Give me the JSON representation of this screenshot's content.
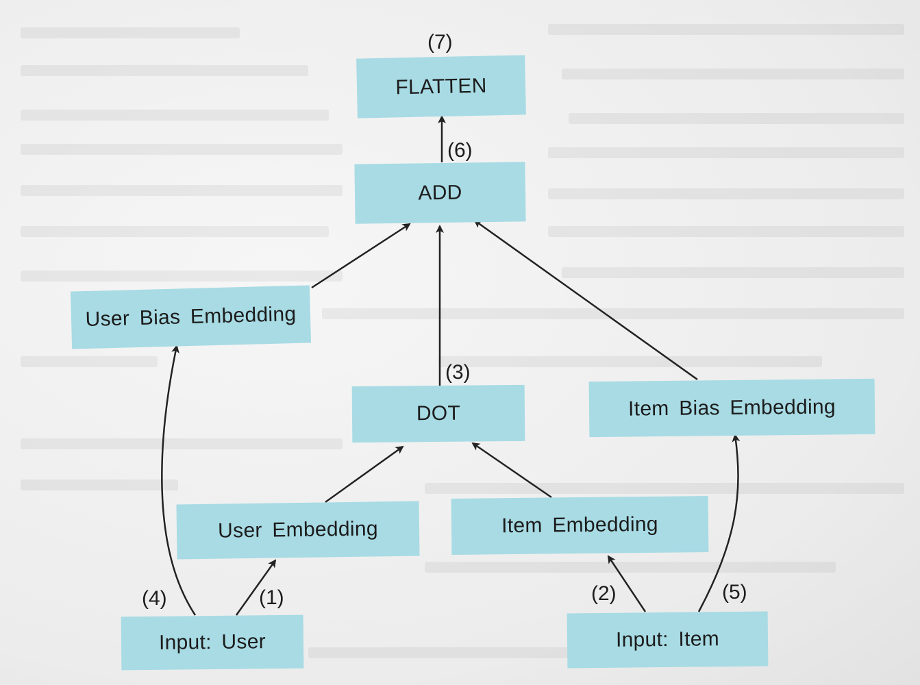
{
  "nodes": {
    "flatten": "FLATTEN",
    "add": "ADD",
    "user_bias": "User Bias Embedding",
    "dot": "DOT",
    "item_bias": "Item Bias Embedding",
    "user_emb": "User Embedding",
    "item_emb": "Item Embedding",
    "input_user": "Input: User",
    "input_item": "Input: Item"
  },
  "edge_labels": {
    "e1": "(1)",
    "e2": "(2)",
    "e3": "(3)",
    "e4": "(4)",
    "e5": "(5)",
    "e6": "(6)",
    "e7": "(7)"
  },
  "colors": {
    "node_fill": "#a8dbe4",
    "edge": "#222222"
  }
}
